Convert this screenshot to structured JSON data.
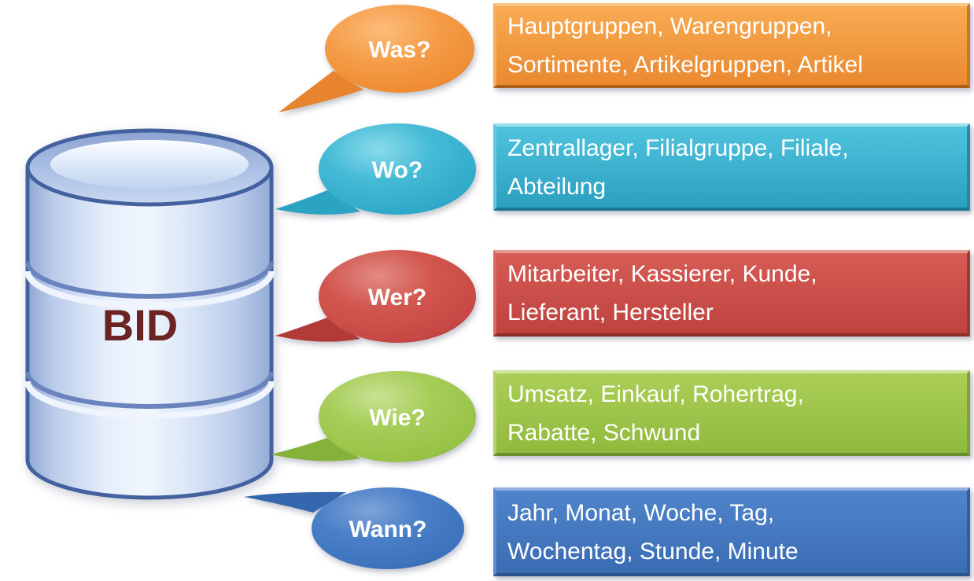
{
  "database": {
    "label": "BID",
    "label_color": "#6B2421",
    "body_color": "#D9E5F7",
    "outline_color": "#44619F"
  },
  "rows": [
    {
      "id": "was",
      "question": "Was?",
      "answer": "Hauptgruppen, Warengruppen,\nSortimente, Artikelgruppen, Artikel",
      "color": "#F0913B"
    },
    {
      "id": "wo",
      "question": "Wo?",
      "answer": "Zentrallager, Filialgruppe, Filiale,\nAbteilung",
      "color": "#35B3D1"
    },
    {
      "id": "wer",
      "question": "Wer?",
      "answer": "Mitarbeiter, Kassierer, Kunde,\nLieferant, Hersteller",
      "color": "#CC4B47"
    },
    {
      "id": "wie",
      "question": "Wie?",
      "answer": "Umsatz, Einkauf, Rohertrag,\nRabatte, Schwund",
      "color": "#9CC64B"
    },
    {
      "id": "wann",
      "question": "Wann?",
      "answer": "Jahr, Monat, Woche, Tag,\nWochentag, Stunde, Minute",
      "color": "#3E77C1"
    }
  ]
}
